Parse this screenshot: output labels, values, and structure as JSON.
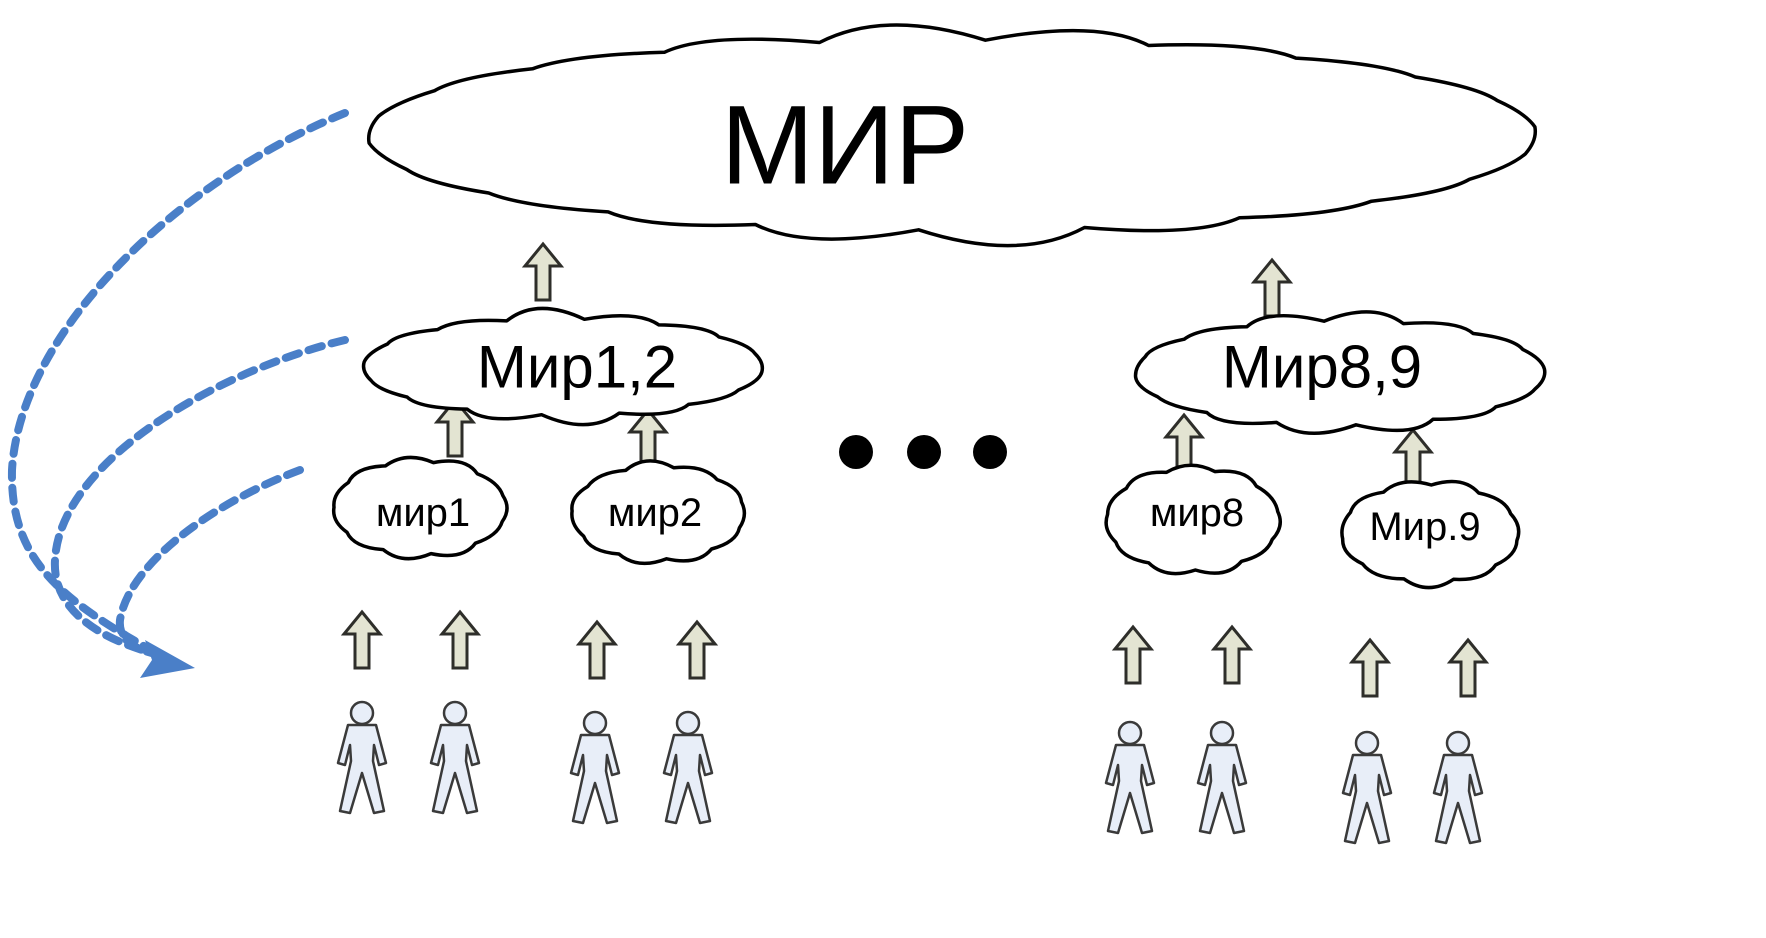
{
  "clouds": {
    "world": "МИР",
    "world_1_2": "Мир1,2",
    "world_8_9": "Мир8,9",
    "world_1": "мир1",
    "world_2": "мир2",
    "world_8": "мир8",
    "world_9": "Мир.9"
  },
  "colors": {
    "cloud_fill": "#ffffff",
    "cloud_stroke": "#000000",
    "arrow_fill": "#e3e4d2",
    "person_fill": "#e8eef8",
    "flow": "#4a7fc8",
    "ellipsis": "#000000"
  },
  "icons": {
    "up_arrow": "up-arrow-icon",
    "person": "person-icon",
    "cloud": "cloud-shape",
    "ellipsis": "ellipsis-dots"
  },
  "ellipsis_count": 3
}
